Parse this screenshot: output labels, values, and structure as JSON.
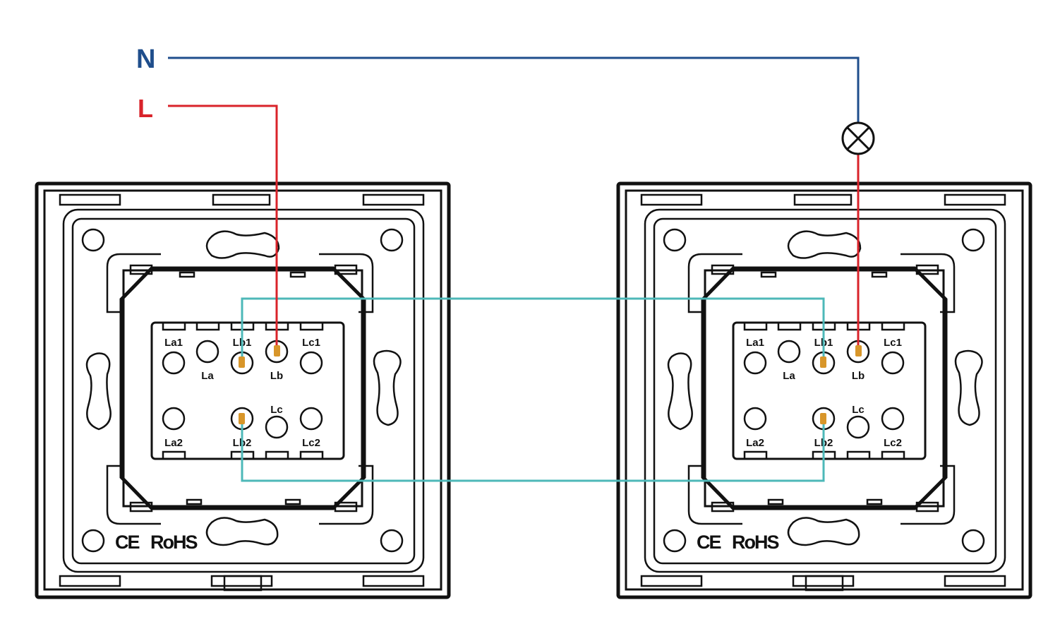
{
  "supply": {
    "neutral_label": "N",
    "live_label": "L"
  },
  "colors": {
    "neutral": "#1f4e8c",
    "live": "#d9232a",
    "traveler": "#4db8b8",
    "terminal_contact": "#d8962a"
  },
  "terminals": [
    "La1",
    "La",
    "Lb1",
    "Lb",
    "Lc1",
    "La2",
    "Lb2",
    "Lc",
    "Lc2"
  ],
  "switches": [
    {
      "certification_marks": "CE RoHS",
      "ce": "CE",
      "rohs": "RoHS"
    },
    {
      "certification_marks": "CE RoHS",
      "ce": "CE",
      "rohs": "RoHS"
    }
  ],
  "lamp": {
    "icon": "lamp-icon"
  }
}
